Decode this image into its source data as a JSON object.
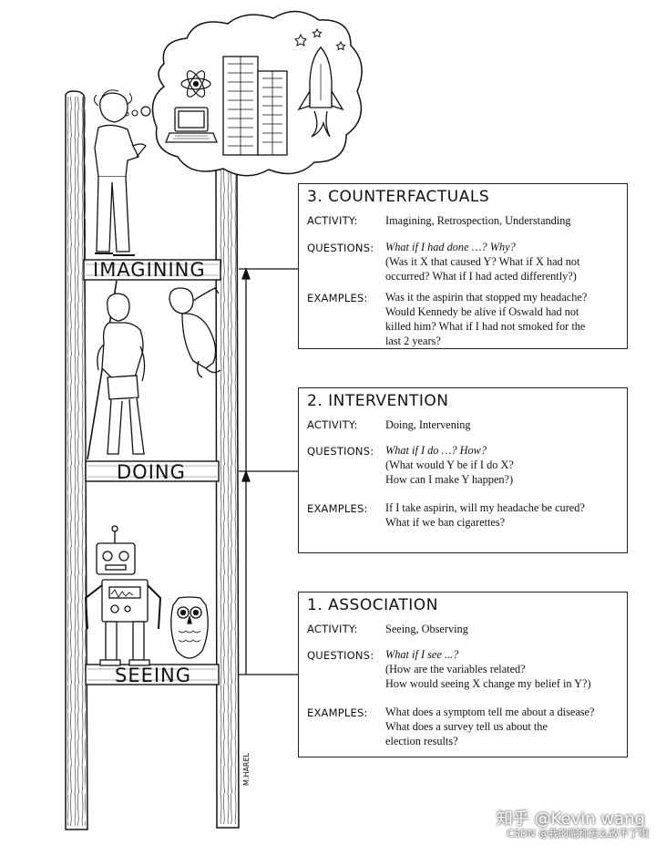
{
  "ladder": {
    "rungs": [
      {
        "label": "IMAGINING"
      },
      {
        "label": "DOING"
      },
      {
        "label": "SEEING"
      }
    ],
    "signature": "M.HAREL"
  },
  "thought_bubble": {
    "icons": [
      "atom-icon",
      "laptop-icon",
      "skyscraper-icon",
      "rocket-icon",
      "stars-icon"
    ]
  },
  "boxes": [
    {
      "title": "3. COUNTERFACTUALS",
      "activity_label": "ACTIVITY:",
      "activity": "Imagining, Retrospection, Understanding",
      "questions_label": "QUESTIONS:",
      "questions_italic": "What if I had done …? Why?",
      "questions": [
        "(Was it X that caused Y? What if X had not",
        "occurred? What if I had acted differently?)"
      ],
      "examples_label": "EXAMPLES:",
      "examples": [
        "Was it the aspirin that stopped my headache?",
        "Would Kennedy be alive if Oswald had not",
        "killed him? What if I had not smoked for the",
        "last 2 years?"
      ]
    },
    {
      "title": "2. INTERVENTION",
      "activity_label": "ACTIVITY:",
      "activity": "Doing, Intervening",
      "questions_label": "QUESTIONS:",
      "questions_italic": "What if I do …? How?",
      "questions": [
        "(What would Y be if I do X?",
        "How can I make Y happen?)"
      ],
      "examples_label": "EXAMPLES:",
      "examples": [
        "If I take aspirin, will my headache be cured?",
        "What if we ban cigarettes?"
      ]
    },
    {
      "title": "1. ASSOCIATION",
      "activity_label": "ACTIVITY:",
      "activity": "Seeing, Observing",
      "questions_label": "QUESTIONS:",
      "questions_italic": "What if I see ...?",
      "questions": [
        "(How are the variables related?",
        "How would seeing X change my belief in Y?)"
      ],
      "examples_label": "EXAMPLES:",
      "examples": [
        "What does a symptom tell me about a disease?",
        "What does a survey tell us about the",
        "election results?"
      ]
    }
  ],
  "watermark": {
    "main": "知乎 @Kevin wang",
    "sub": "CSDN @我的昵称怎么改不了啊"
  }
}
